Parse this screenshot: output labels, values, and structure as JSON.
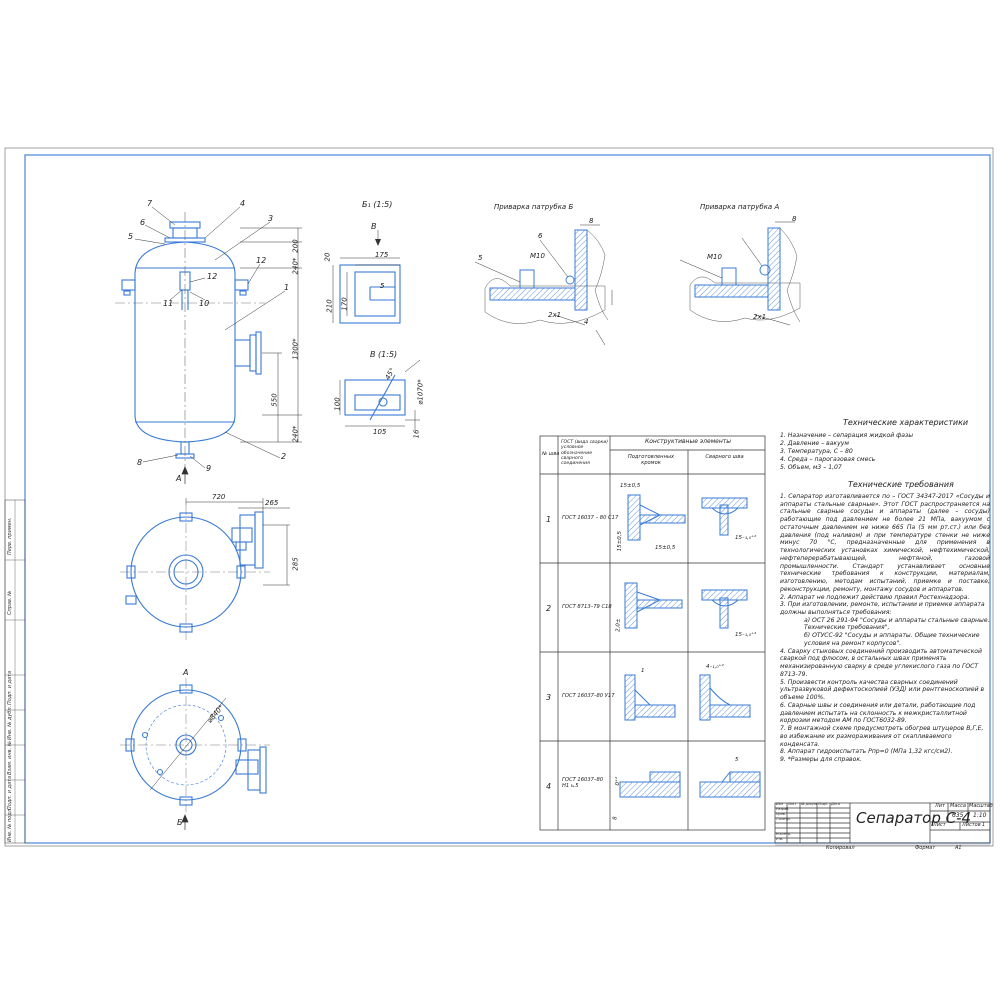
{
  "drawing": {
    "title": "Сепаратор С-4",
    "mass": "635",
    "scale": "1:10",
    "sheet_label": "Лист",
    "sheets_label": "Листов",
    "sheets_count": "1",
    "mass_label": "Масса",
    "scale_label": "Масштаб",
    "lit_label": "Лит",
    "format_label": "Формат",
    "format_value": "А1",
    "copied_label": "Копировал",
    "titleblock_rows": [
      "Изм",
      "Лист",
      "№ докум.",
      "Подп.",
      "Дата",
      "Разраб.",
      "Пров.",
      "Т.контр.",
      "Н.контр.",
      "Утв."
    ]
  },
  "views": {
    "view_b1": "Б₁ (1:5)",
    "view_v": "В (1:5)",
    "arrow_v": "В",
    "arrow_a": "А",
    "arrow_b": "Б",
    "view_a_label": "А",
    "pipe_b": "Приварка патрубка Б",
    "pipe_a": "Приварка патрубка А"
  },
  "leaders": [
    "7",
    "6",
    "5",
    "4",
    "3",
    "1",
    "12",
    "12",
    "11",
    "10",
    "8",
    "9",
    "2"
  ],
  "dimensions": {
    "d200": "200",
    "d240a": "240*",
    "d1300": "1300*",
    "d550": "550",
    "d240b": "240*",
    "d720": "720",
    "d265": "265",
    "d285": "285",
    "d1070": "⌀1070*",
    "d840": "⌀840*",
    "b175": "175",
    "b170": "170",
    "b210": "210",
    "b20": "20",
    "b5": "5",
    "v100": "100",
    "v105": "105",
    "v16": "16",
    "v_phi": "⌀1070*",
    "v_angle": "45°",
    "w_m10": "М10",
    "w_8a": "8",
    "w_2x1": "2х1",
    "w_6": "6",
    "w_5": "5",
    "w_4": "4",
    "w_m10b": "М10",
    "w_8b": "8",
    "w_2x1b": "2х1"
  },
  "tech_chars": {
    "title": "Технические характеристики",
    "lines": [
      "1. Назначение – сепарация жидкой фазы",
      "2. Давление – вакуум",
      "3. Температура, С – 80",
      "4. Среда – парогазовая смесь",
      "5. Объем, м3 – 1,07"
    ]
  },
  "tech_req": {
    "title": "Технические требования",
    "lines": [
      "1. Сепаратор изготавливается по – ГОСТ 34347-2017 «Сосуды и аппараты стальные сварные». Этот ГОСТ распространяется на стальные сварные сосуды и аппараты (далее – сосуды) работающие под давлением не более 21 МПа, вакуумом с остаточным давлением не ниже 665 Па (5 мм рт.ст.) или без давления (под наливом) и при температуре стенки не ниже минус 70 °С, предназначенные для применения в технологических установках химической, нефтехимической, нефтеперерабатывающей, нефтяной, газовой промышленности. Стандарт устанавливает основные технические требования к конструкции, материалам, изготовлению, методам испытаний, приемке и поставке, реконструкции, ремонту, монтажу сосудов и аппаратов.",
      "2. Аппарат не подлежит действию правил Ростехнадзора.",
      "3. При изготовлении, ремонте, испытании и приемке аппарата должны выполняться требования:",
      "а) ОСТ 26 291-94 \"Сосуды и аппараты стальные сварные. Технические требования\",",
      "б) ОТУСС-92 \"Сосуды и аппараты. Общие технические условия на ремонт корпусов\".",
      "4. Сварку стыковых соединений производить автоматической сваркой под флюсом, в остальных швах применять механизированную сварку в среде углекислого газа по ГОСТ 8713-79.",
      "5. Произвести контроль качества сварных соединений ультразвуковой дефектоскопией (УЗД) или рентгеноскопией в объеме 100%.",
      "6. Сварные швы и соединения или детали, работающие под давлением испытать на склонность к межкристаллитной коррозии методом АМ по ГОСТ6032-89.",
      "7. В монтажной схеме предусмотреть обогрев штуцеров В,Г,Е, во избежание их размораживания от скапливаемого конденсата.",
      "8. Аппарат гидроиспытать Рпр=0 (МПа 1,32 кгс/см2).",
      "9. *Размеры для справок."
    ]
  },
  "weld_table": {
    "col1": "№ шва",
    "col2": "ГОСТ (вида сварки) условное обозначение сварного соединения",
    "col3": "Конструктивные элементы",
    "col3a": "Подготовленных кромок",
    "col3b": "Сварного шва",
    "rows": [
      {
        "no": "1",
        "gost": "ГОСТ 16037 – 80 С17"
      },
      {
        "no": "2",
        "gost": "ГОСТ 8713–79 С18"
      },
      {
        "no": "3",
        "gost": "ГОСТ 16037–80 У17"
      },
      {
        "no": "4",
        "gost": "ГОСТ 16037–80 Н1 ⊾5"
      }
    ],
    "labels": {
      "r1a": "15±0,5",
      "r1b": "15±0,5",
      "r1c": "15±0,5",
      "r1d": "15₋₁,₀⁺²",
      "r2a": "2,0±",
      "r2b": "15₋₁,₀⁺²",
      "r3a": "1",
      "r3b": "4₋₁,₀⁺²",
      "r4a": "0⁺²",
      "r4b": "8",
      "r4c": "5"
    }
  },
  "side_strip": [
    "Перв. примен.",
    "Справ. №",
    "Подп. и дата",
    "Инв. № дубл.",
    "Взам. инв. №",
    "Подп. и дата",
    "Инв. № подл."
  ]
}
